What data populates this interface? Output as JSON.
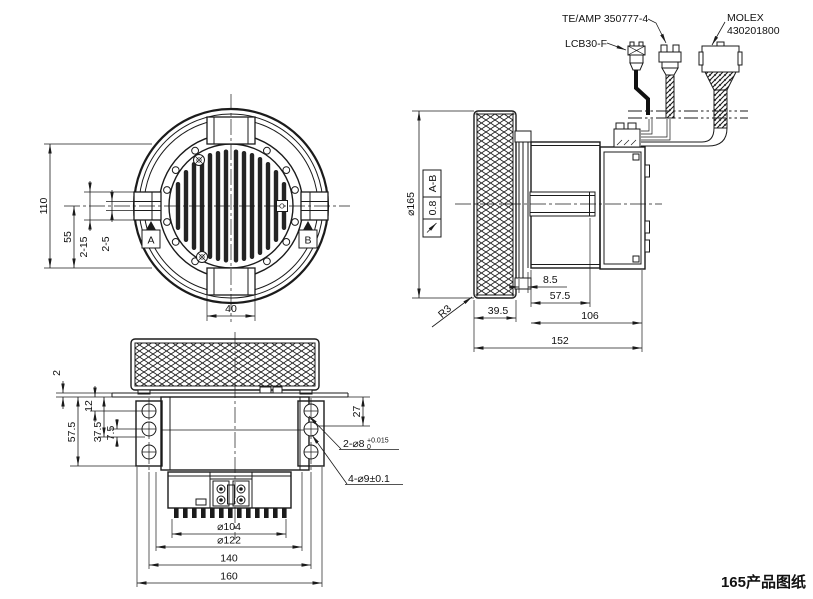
{
  "title": {
    "text": "165产品图纸",
    "color": "#0e7c3c"
  },
  "connector_labels": {
    "te_amp": "TE/AMP 350777-4",
    "lcb": "LCB30-F",
    "molex_line1": "MOLEX",
    "molex_line2": "430201800"
  },
  "front_view": {
    "datum_a": "A",
    "datum_b": "B",
    "dim_110": "110",
    "dim_55": "55",
    "dim_2_15": "2-15",
    "dim_2_5": "2-5",
    "dim_40": "40"
  },
  "side_view": {
    "dim_dia165": "⌀165",
    "runout_value": "0.8",
    "runout_datum": "A-B",
    "dim_8_5": "8.5",
    "dim_57_5": "57.5",
    "dim_39_5": "39.5",
    "dim_106": "106",
    "dim_152": "152",
    "dim_r3": "R3"
  },
  "bottom_view": {
    "dim_2": "2",
    "dim_12": "12",
    "dim_57_5": "57.5",
    "dim_37_5": "37.5",
    "dim_7_5": "7.5",
    "dim_27": "27",
    "callout_2_d8": "2-⌀8",
    "callout_2_d8_sup": "+0.015",
    "callout_2_d8_sub": "0",
    "callout_4_d9": "4-⌀9±0.1",
    "dim_d104": "⌀104",
    "dim_d122": "⌀122",
    "dim_140": "140",
    "dim_160": "160"
  }
}
